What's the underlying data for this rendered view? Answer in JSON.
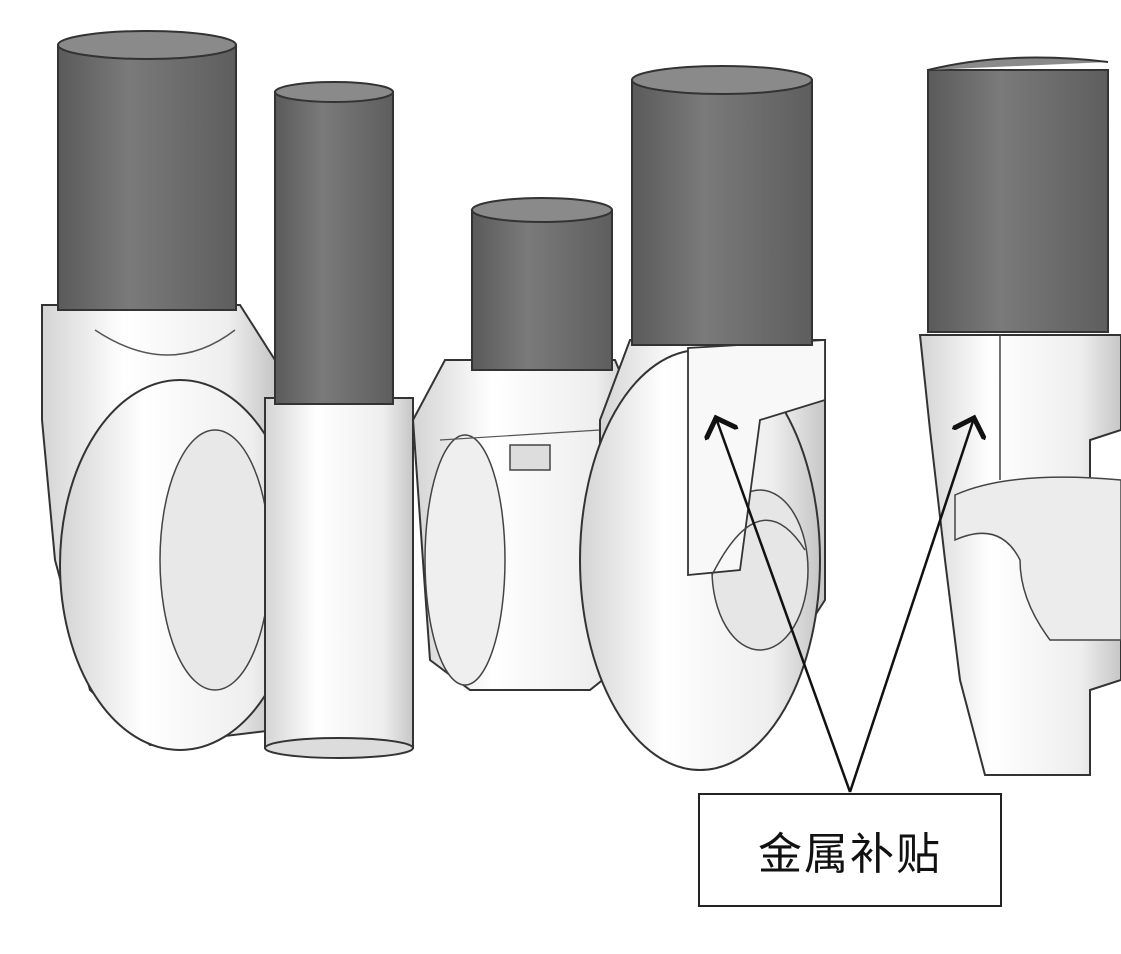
{
  "callout": {
    "label": "金属补贴"
  },
  "colors": {
    "riser": "#6b6b6b",
    "riser_top": "#8a8a8a",
    "casting": "#f2f2f2",
    "casting_shade": "#cfcfcf",
    "outline": "#333333"
  },
  "icons": [
    "riser-cylinder",
    "crankshaft-casting",
    "leader-arrow"
  ]
}
